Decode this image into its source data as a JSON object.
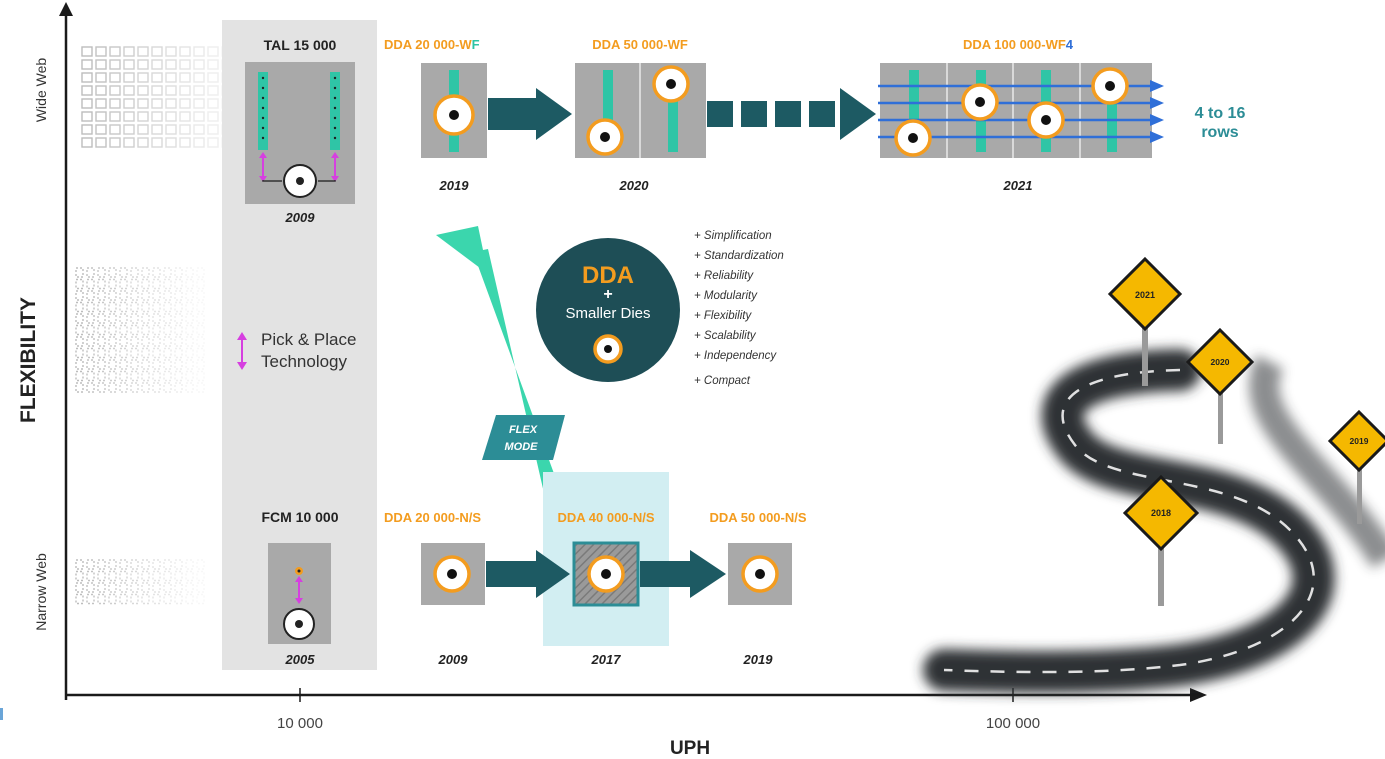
{
  "axes": {
    "y_label": "FLEXIBILITY",
    "y_top": "Wide Web",
    "y_bottom": "Narrow Web",
    "x_label": "UPH",
    "x_ticks": [
      "10 000",
      "100 000"
    ]
  },
  "wide": {
    "tal": {
      "title": "TAL 15 000",
      "year": "2009"
    },
    "dda20": {
      "title_main": "DDA 20 000-W",
      "title_tail": "F",
      "year": "2019"
    },
    "dda50": {
      "title": "DDA 50 000-WF",
      "year": "2020"
    },
    "dda100": {
      "title_main": "DDA 100 000-WF",
      "title_tail": "4",
      "year": "2021"
    },
    "rows_line1": "4 to 16",
    "rows_line2": "rows"
  },
  "pick_place": {
    "line1": "Pick & Place",
    "line2": "Technology"
  },
  "narrow": {
    "fcm": {
      "title": "FCM 10 000",
      "year": "2005"
    },
    "dda20": {
      "title": "DDA 20 000-N/S",
      "year": "2009"
    },
    "dda40": {
      "title": "DDA 40 000-N/S",
      "year": "2017"
    },
    "dda50": {
      "title": "DDA 50 000-N/S",
      "year": "2019"
    }
  },
  "flex": {
    "line1": "FLEX",
    "line2": "MODE"
  },
  "dda_circle": {
    "line1": "DDA",
    "line2": "+",
    "line3": "Smaller Dies"
  },
  "benefits": [
    "+ Simplification",
    "+ Standardization",
    "+ Reliability",
    "+ Modularity",
    "+ Flexibility",
    "+ Scalability",
    "+ Independency",
    "+ Compact"
  ],
  "road_signs": [
    "2021",
    "2020",
    "2019",
    "2018"
  ],
  "colors": {
    "orange": "#f39c1f",
    "teal_dark": "#1d5a63",
    "teal_green": "#2ec4a5",
    "flex_teal": "#2c8d96",
    "magenta": "#d63fe0",
    "blue": "#2f6fd8",
    "sign_yellow": "#f5b800",
    "road": "#2f3336"
  }
}
